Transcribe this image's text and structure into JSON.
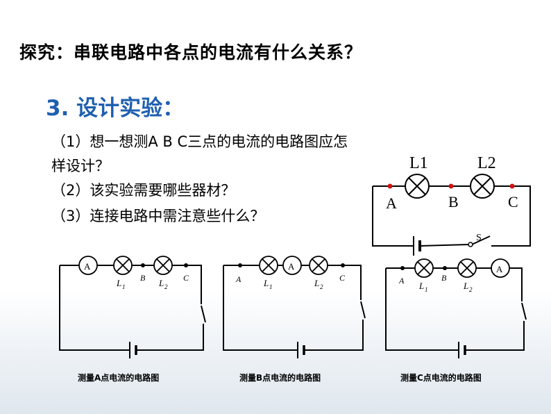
{
  "title": "探究：串联电路中各点的电流有什么关系？",
  "heading": "3. 设计实验：",
  "questions": {
    "q1_line1": "（1）想一想测A B C三点的电流的电路图应怎",
    "q1_line2": "样设计？",
    "q2": "（2）该实验需要哪些器材？",
    "q3": "（3）连接电路中需注意些什么？"
  },
  "main_circuit": {
    "lamp1": "L1",
    "lamp2": "L2",
    "point_a": "A",
    "point_b": "B",
    "point_c": "C",
    "switch_label": "S"
  },
  "circuits": [
    {
      "caption": "测量A点电流的电路图",
      "meter": "A",
      "l1": "L",
      "l2": "L",
      "sub1": "1",
      "sub2": "2",
      "a": "",
      "b": "B",
      "c": "C"
    },
    {
      "caption": "测量B点电流的电路图",
      "meter": "A",
      "l1": "L",
      "l2": "L",
      "sub1": "1",
      "sub2": "2",
      "a": "A",
      "b": "",
      "c": "C"
    },
    {
      "caption": "测量C点电流的电路图",
      "meter": "A",
      "l1": "L",
      "l2": "L",
      "sub1": "1",
      "sub2": "2",
      "a": "A",
      "b": "B",
      "c": ""
    }
  ]
}
